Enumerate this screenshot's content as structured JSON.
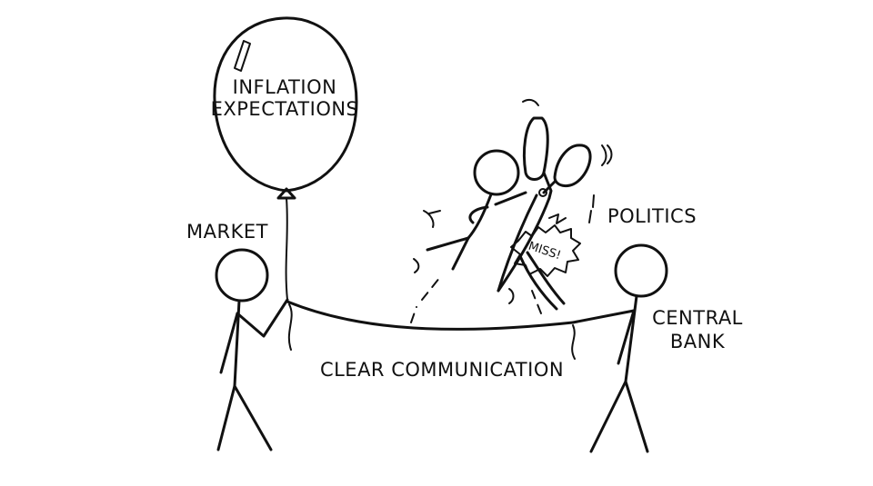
{
  "labels": {
    "balloon_line1": "INFLATION",
    "balloon_line2": "EXPECTATIONS",
    "market": "MARKET",
    "politics": "POLITICS",
    "central_bank_line1": "CENTRAL",
    "central_bank_line2": "BANK",
    "rope": "CLEAR COMMUNICATION",
    "miss": "MISS!"
  }
}
